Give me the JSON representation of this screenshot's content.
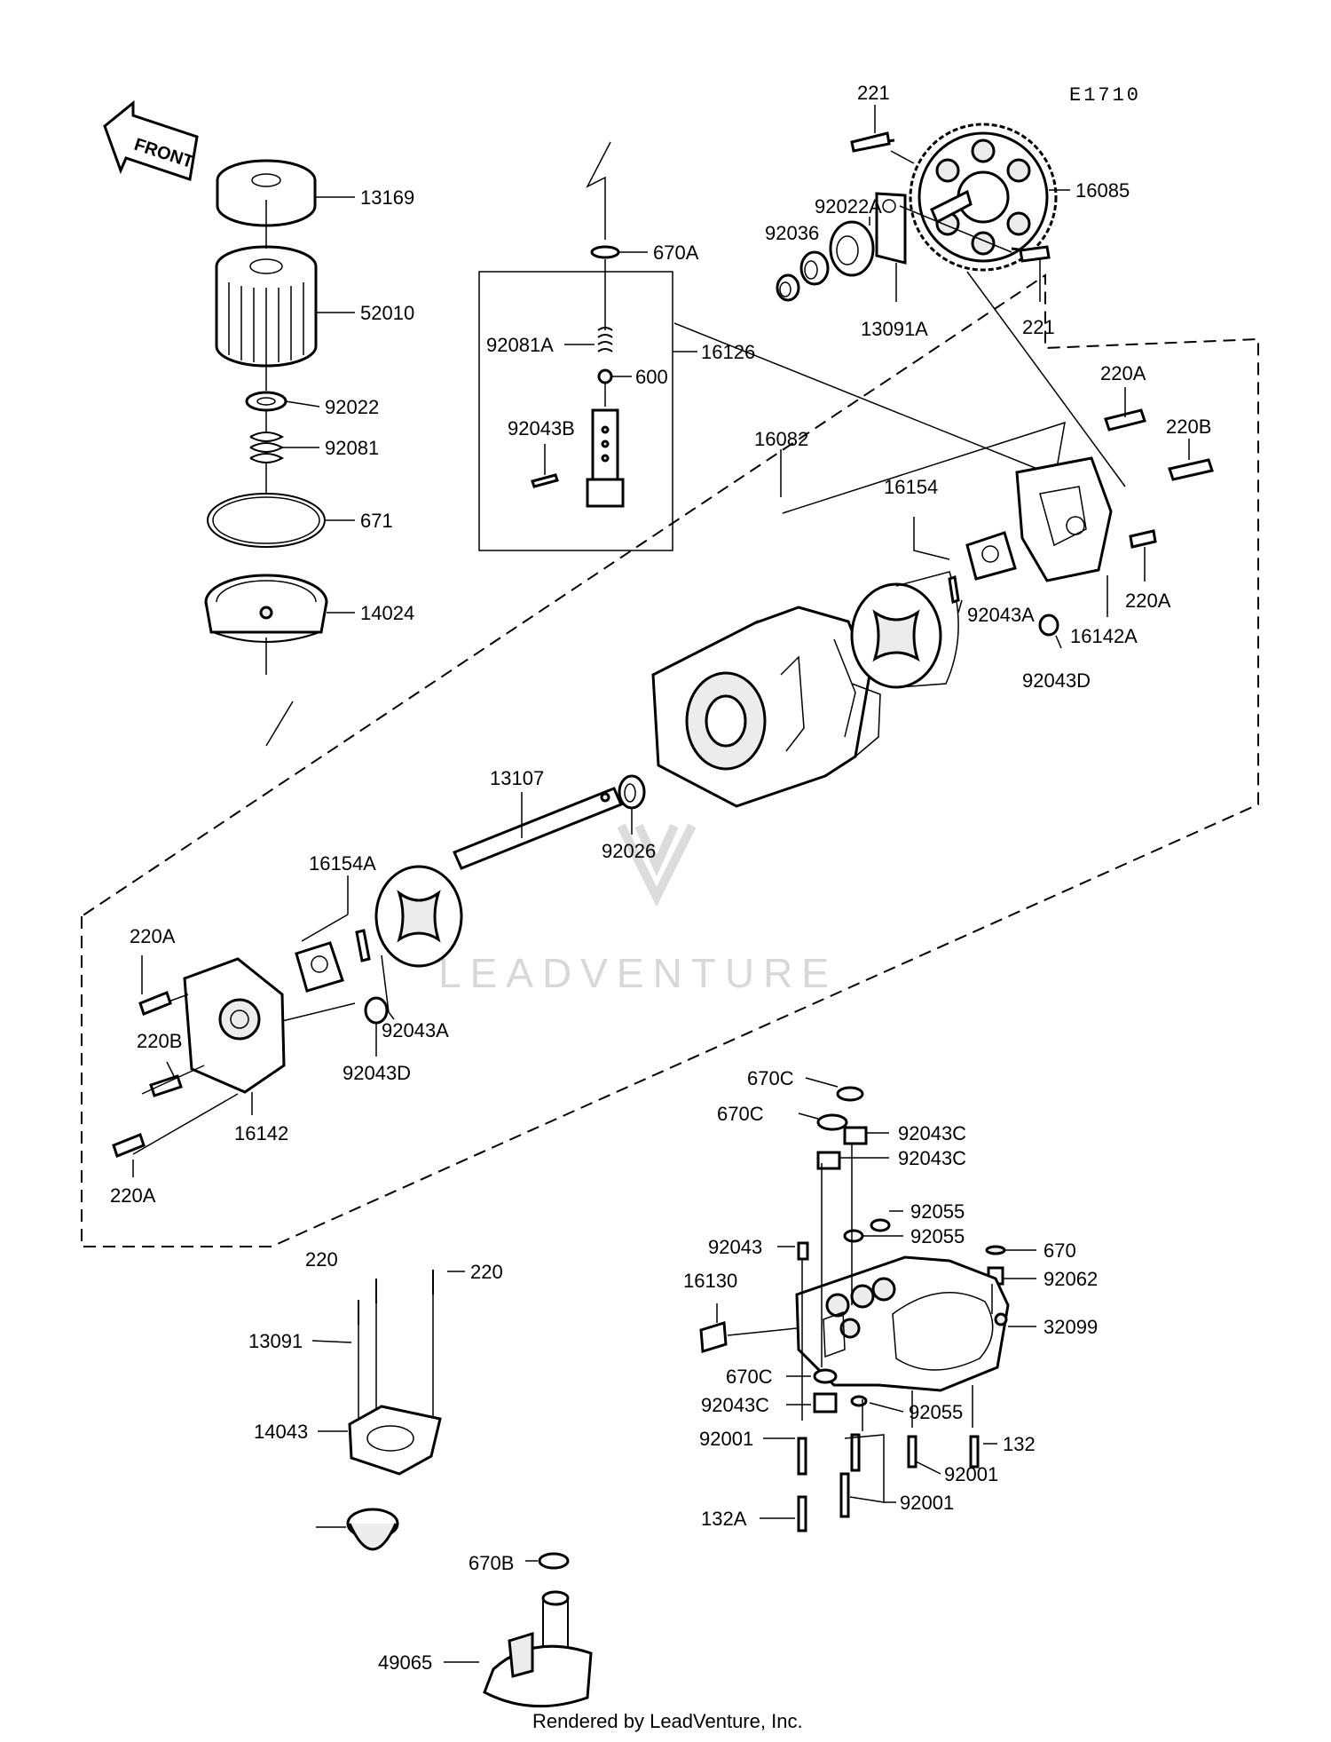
{
  "diagram_code": "E1710",
  "front_label": "FRONT",
  "footer": "Rendered by LeadVenture, Inc.",
  "watermark": "LEADVENTURE",
  "part_labels": [
    {
      "id": "13169",
      "text": "13169"
    },
    {
      "id": "52010",
      "text": "52010"
    },
    {
      "id": "92022",
      "text": "92022"
    },
    {
      "id": "92081",
      "text": "92081"
    },
    {
      "id": "671",
      "text": "671"
    },
    {
      "id": "14024",
      "text": "14024"
    },
    {
      "id": "670A",
      "text": "670A"
    },
    {
      "id": "92081A",
      "text": "92081A"
    },
    {
      "id": "16126",
      "text": "16126"
    },
    {
      "id": "600",
      "text": "600"
    },
    {
      "id": "92043B",
      "text": "92043B"
    },
    {
      "id": "221-top",
      "text": "221"
    },
    {
      "id": "16085",
      "text": "16085"
    },
    {
      "id": "92022A",
      "text": "92022A"
    },
    {
      "id": "92036",
      "text": "92036"
    },
    {
      "id": "13091A",
      "text": "13091A"
    },
    {
      "id": "221-bottom",
      "text": "221"
    },
    {
      "id": "220A-top",
      "text": "220A"
    },
    {
      "id": "220B-right",
      "text": "220B"
    },
    {
      "id": "16082",
      "text": "16082"
    },
    {
      "id": "16154",
      "text": "16154"
    },
    {
      "id": "92043A-right",
      "text": "92043A"
    },
    {
      "id": "220A-right",
      "text": "220A"
    },
    {
      "id": "16142A",
      "text": "16142A"
    },
    {
      "id": "92043D-right",
      "text": "92043D"
    },
    {
      "id": "13107",
      "text": "13107"
    },
    {
      "id": "92026",
      "text": "92026"
    },
    {
      "id": "16154A",
      "text": "16154A"
    },
    {
      "id": "220A-left",
      "text": "220A"
    },
    {
      "id": "220B-left",
      "text": "220B"
    },
    {
      "id": "92043A-left",
      "text": "92043A"
    },
    {
      "id": "92043D-left",
      "text": "92043D"
    },
    {
      "id": "16142",
      "text": "16142"
    },
    {
      "id": "220A-bottom",
      "text": "220A"
    },
    {
      "id": "670C-1",
      "text": "670C"
    },
    {
      "id": "670C-2",
      "text": "670C"
    },
    {
      "id": "92043C-1",
      "text": "92043C"
    },
    {
      "id": "92043C-2",
      "text": "92043C"
    },
    {
      "id": "92055-1",
      "text": "92055"
    },
    {
      "id": "92055-2",
      "text": "92055"
    },
    {
      "id": "92043",
      "text": "92043"
    },
    {
      "id": "670",
      "text": "670"
    },
    {
      "id": "92062",
      "text": "92062"
    },
    {
      "id": "16130",
      "text": "16130"
    },
    {
      "id": "32099",
      "text": "32099"
    },
    {
      "id": "670C-3",
      "text": "670C"
    },
    {
      "id": "92043C-3",
      "text": "92043C"
    },
    {
      "id": "92055-3",
      "text": "92055"
    },
    {
      "id": "92001-1",
      "text": "92001"
    },
    {
      "id": "132",
      "text": "132"
    },
    {
      "id": "92001-2",
      "text": "92001"
    },
    {
      "id": "132A",
      "text": "132A"
    },
    {
      "id": "92001-3",
      "text": "92001"
    },
    {
      "id": "220-1",
      "text": "220"
    },
    {
      "id": "220-2",
      "text": "220"
    },
    {
      "id": "13091",
      "text": "13091"
    },
    {
      "id": "14043",
      "text": "14043"
    },
    {
      "id": "670B",
      "text": "670B"
    },
    {
      "id": "49065",
      "text": "49065"
    }
  ]
}
